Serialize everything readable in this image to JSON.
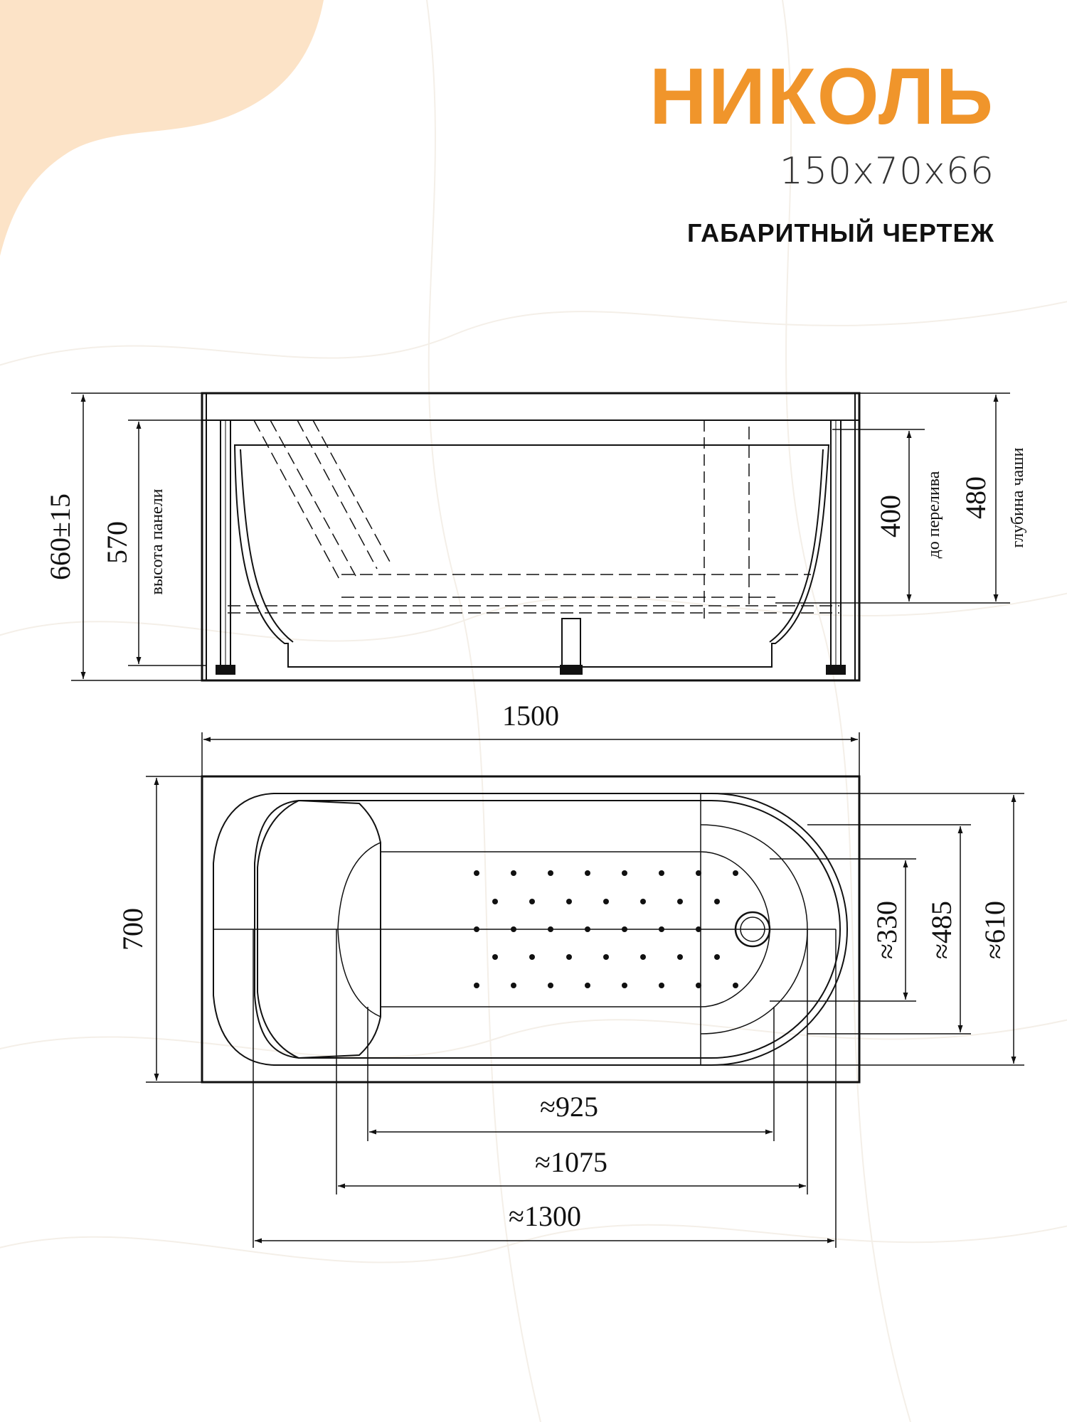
{
  "header": {
    "title": "НИКОЛЬ",
    "size": "150x70x66",
    "subtitle": "ГАБАРИТНЫЙ ЧЕРТЕЖ"
  },
  "colors": {
    "accent": "#F0952B",
    "blob": "#FCE3C7",
    "line": "#111111"
  },
  "side_view": {
    "dim_total_height": "660±15",
    "dim_panel_height": "570",
    "label_panel_height": "высота панели",
    "dim_overflow": "400",
    "label_overflow": "до перелива",
    "dim_bowl_depth": "480",
    "label_bowl_depth": "глубина чаши"
  },
  "top_view": {
    "dim_length": "1500",
    "dim_width": "700",
    "dim_330": "≈330",
    "dim_485": "≈485",
    "dim_610": "≈610",
    "dim_925": "≈925",
    "dim_1075": "≈1075",
    "dim_1300": "≈1300"
  }
}
